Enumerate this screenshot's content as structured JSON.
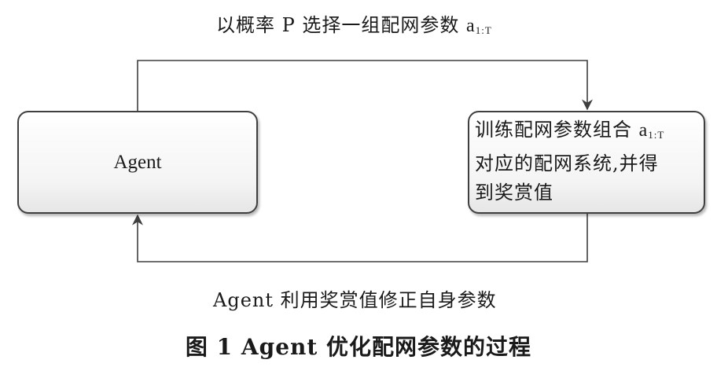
{
  "diagram": {
    "nodes": {
      "agent": {
        "label": "Agent"
      },
      "train": {
        "line1": "训练配网参数组合",
        "line1_symbol": "a",
        "line1_subscript": "1:T",
        "line2": "对应的配网系统,并得",
        "line3": "到奖赏值"
      }
    },
    "edges": {
      "top": {
        "label": "以概率 P 选择一组配网参数",
        "symbol": "a",
        "subscript": "1:T"
      },
      "bottom": {
        "label": "Agent 利用奖赏值修正自身参数"
      }
    },
    "caption": "图 1   Agent 优化配网参数的过程",
    "colors": {
      "line": "#3f3f3f",
      "box_border": "#3f3f3f",
      "text": "#1a1a1a"
    }
  }
}
